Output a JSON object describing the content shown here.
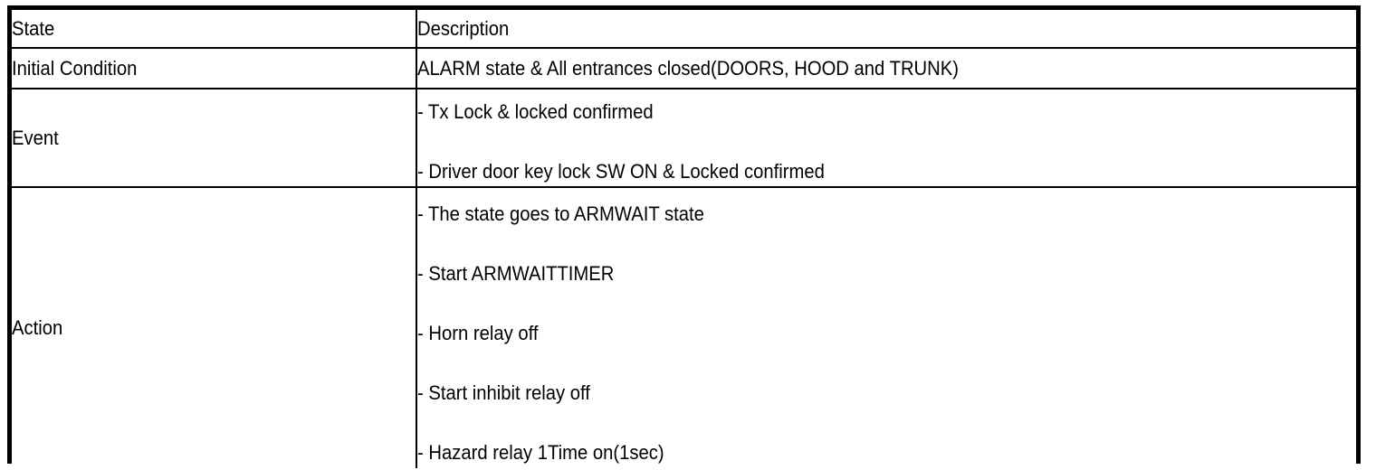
{
  "table": {
    "headers": {
      "state": "State",
      "description": "Description"
    },
    "rows": [
      {
        "state": "Initial Condition",
        "lines": [
          "ALARM state & All entrances closed(DOORS, HOOD and TRUNK)"
        ]
      },
      {
        "state": "Event",
        "lines": [
          "-  Tx Lock & locked confirmed",
          "-  Driver door key lock SW ON & Locked confirmed"
        ]
      },
      {
        "state": "Action",
        "lines": [
          "-  The state goes to ARMWAIT state",
          "-  Start ARMWAITTIMER",
          "-  Horn relay off",
          "-  Start inhibit relay off",
          "-  Hazard relay 1Time on(1sec)"
        ]
      }
    ]
  },
  "colors": {
    "border": "#000000",
    "text": "#000000",
    "background": "#ffffff"
  }
}
